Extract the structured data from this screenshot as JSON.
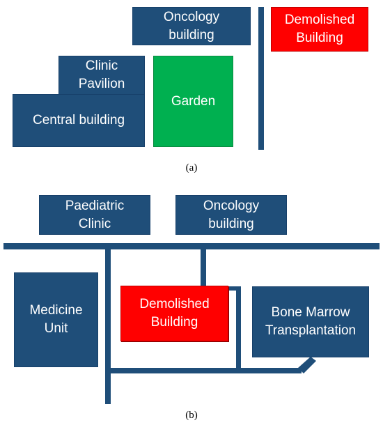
{
  "panel_a": {
    "caption": "(a)",
    "oncology": "Oncology\nbuilding",
    "demolished": "Demolished\nBuilding",
    "clinic_pavilion": "Clinic\nPavilion",
    "central": "Central building",
    "garden": "Garden"
  },
  "panel_b": {
    "caption": "(b)",
    "paediatric": "Paediatric\nClinic",
    "oncology": "Oncology\nbuilding",
    "medicine": "Medicine\nUnit",
    "demolished": "Demolished\nBuilding",
    "bone_marrow": "Bone Marrow\nTransplantation"
  },
  "colors": {
    "building": "#1f4e79",
    "demolished": "#ff0000",
    "garden": "#00b050",
    "road": "#1f4e79"
  }
}
